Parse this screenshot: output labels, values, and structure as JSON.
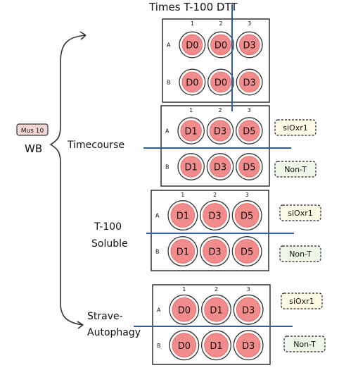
{
  "title": "Times T-100  DTT",
  "left_badge": "Mus 10",
  "left_label": "WB",
  "branches": [
    "Timecourse",
    "T-100",
    "Soluble",
    "Strave-",
    "Autophagy"
  ],
  "columns": [
    "1",
    "2",
    "3"
  ],
  "rows": [
    "A",
    "B"
  ],
  "plates": [
    {
      "name": "times-plate",
      "wells": [
        [
          "D0",
          "D0",
          "D3"
        ],
        [
          "D0",
          "D0",
          "D3"
        ]
      ],
      "tags": []
    },
    {
      "name": "timecourse-plate",
      "wells": [
        [
          "D1",
          "D3",
          "D5"
        ],
        [
          "D1",
          "D3",
          "D5"
        ]
      ],
      "tags": [
        "siOxr1",
        "Non-T"
      ]
    },
    {
      "name": "soluble-plate",
      "wells": [
        [
          "D1",
          "D3",
          "D5"
        ],
        [
          "D1",
          "D3",
          "D5"
        ]
      ],
      "tags": [
        "siOxr1",
        "Non-T"
      ]
    },
    {
      "name": "autophagy-plate",
      "wells": [
        [
          "D0",
          "D1",
          "D3"
        ],
        [
          "D0",
          "D1",
          "D3"
        ]
      ],
      "tags": [
        "siOxr1",
        "Non-T"
      ]
    }
  ]
}
